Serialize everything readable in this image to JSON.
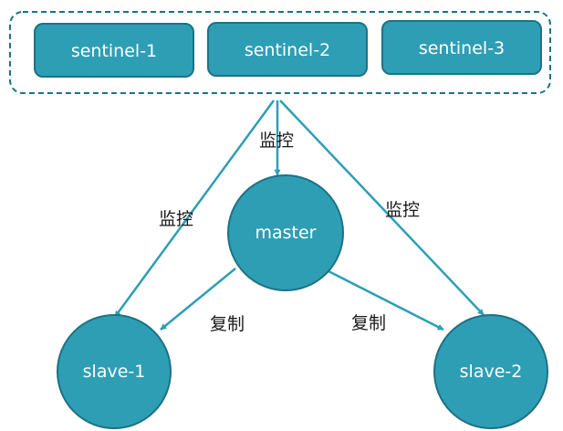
{
  "colors": {
    "node_fill": "#2E9EB5",
    "node_stroke": "#1D7184",
    "edge": "#2E9EB5",
    "group_border": "#1D7184"
  },
  "sentinels": [
    {
      "label": "sentinel-1"
    },
    {
      "label": "sentinel-2"
    },
    {
      "label": "sentinel-3"
    }
  ],
  "master": {
    "label": "master"
  },
  "slaves": [
    {
      "label": "slave-1"
    },
    {
      "label": "slave-2"
    }
  ],
  "edges": {
    "monitor_left": "监控",
    "monitor_center": "监控",
    "monitor_right": "监控",
    "replicate_left": "复制",
    "replicate_right": "复制"
  }
}
